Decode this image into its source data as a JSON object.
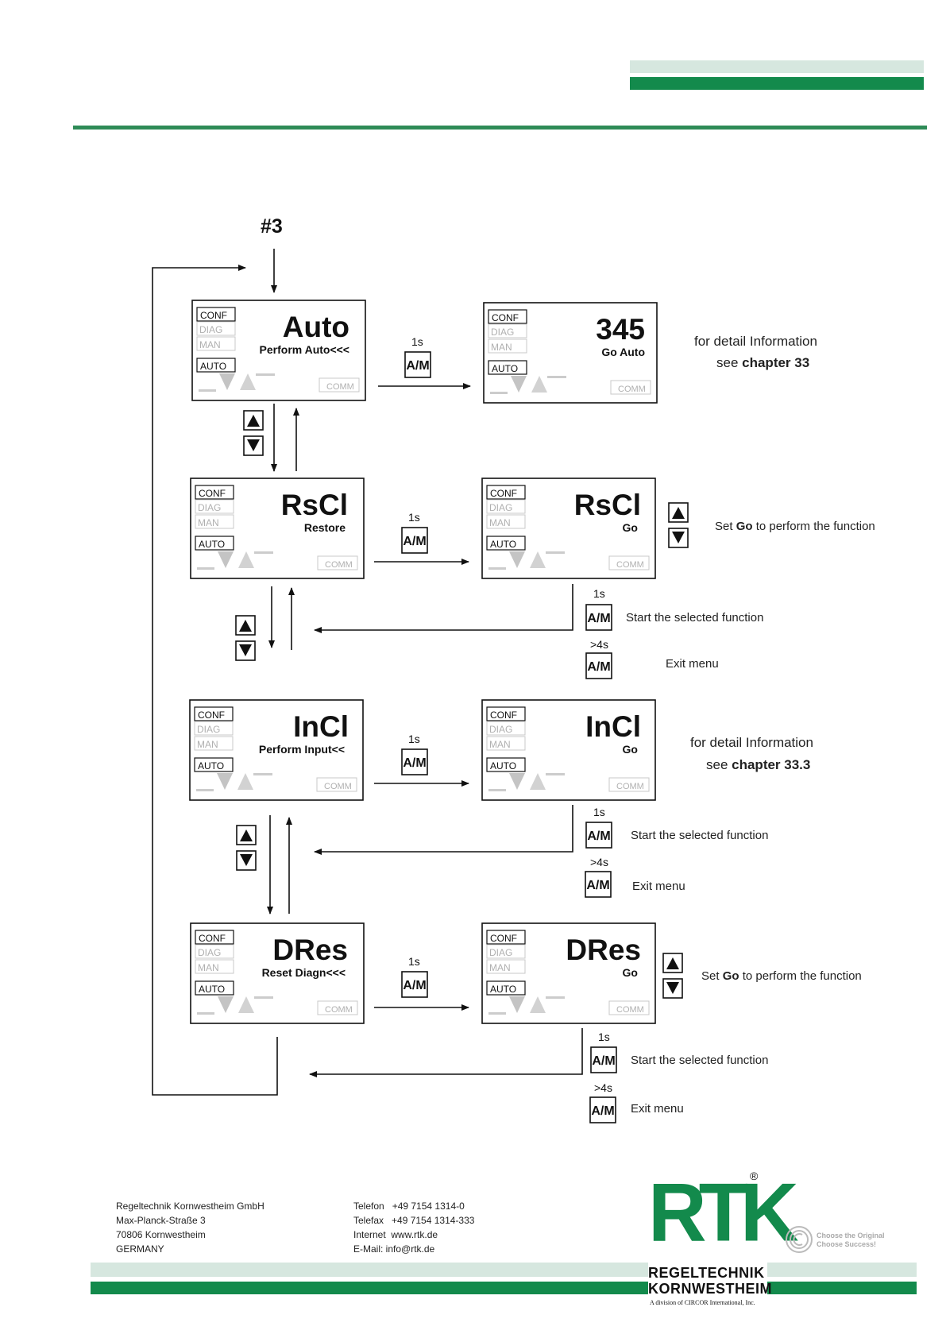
{
  "flow_marker": "#3",
  "displays": {
    "r1_left": {
      "main": "Auto",
      "sub": "Perform Auto<<<"
    },
    "r1_right": {
      "main": "345",
      "sub": "Go Auto"
    },
    "r2_left": {
      "main": "RsCl",
      "sub": "Restore"
    },
    "r2_right": {
      "main": "RsCl",
      "sub": "Go"
    },
    "r3_left": {
      "main": "InCl",
      "sub": "Perform  Input<<"
    },
    "r3_right": {
      "main": "InCl",
      "sub": "Go"
    },
    "r4_left": {
      "main": "DRes",
      "sub": "Reset Diagn<<<"
    },
    "r4_right": {
      "main": "DRes",
      "sub": "Go"
    }
  },
  "display_labels": {
    "conf": "CONF",
    "diag": "DIAG",
    "man": "MAN",
    "auto": "AUTO",
    "comm": "COMM"
  },
  "key_am": "A/M",
  "timing": {
    "short": "1s",
    "long": ">4s"
  },
  "notes": {
    "r1_line1": "for detail Information",
    "r1_line2_pre": "see ",
    "r1_line2_bold": "chapter 33",
    "r2_pre": "Set ",
    "r2_bold": "Go",
    "r2_post": " to perform the function",
    "start": "Start the selected function",
    "exit": "Exit menu",
    "r3_line1": "for detail Information",
    "r3_line2_pre": "see ",
    "r3_line2_bold": "chapter 33.3",
    "r4_pre": "Set ",
    "r4_bold": "Go",
    "r4_post": " to perform the function"
  },
  "footer": {
    "company": "Regeltechnik Kornwestheim GmbH",
    "street": "Max-Planck-Straße 3",
    "city": "70806 Kornwestheim",
    "country": "GERMANY",
    "phone": "Telefon   +49 7154 1314-0",
    "fax": "Telefax   +49 7154 1314-333",
    "web": "Internet  www.rtk.de",
    "mail": "E-Mail: info@rtk.de",
    "logo_text": "RTK",
    "logo_registered": "®",
    "brand_line1": "REGELTECHNIK",
    "brand_line2": "KORNWESTHEIM",
    "division": "A division of CIRCOR International, Inc.",
    "slogan1": "Choose the Original",
    "slogan2": "Choose Success!"
  },
  "colors": {
    "green": "#138a4c",
    "light_green": "#d6e7df",
    "rule": "#2e8b57"
  }
}
